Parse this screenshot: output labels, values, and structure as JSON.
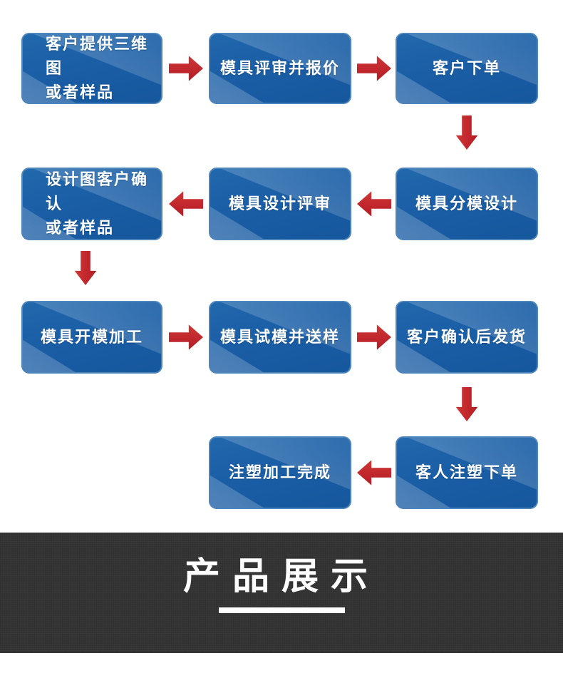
{
  "flowchart": {
    "box_color": "#1a5ea6",
    "box_border_color": "#4d84ba",
    "text_color": "#ffffff",
    "arrow_color": "#c1272d",
    "nodes": [
      {
        "label": "客户提供三维图\n或者样品"
      },
      {
        "label": "模具评审并报价"
      },
      {
        "label": "客户下单"
      },
      {
        "label": "设计图客户确认\n或者样品"
      },
      {
        "label": "模具设计评审"
      },
      {
        "label": "模具分模设计"
      },
      {
        "label": "模具开模加工"
      },
      {
        "label": "模具试模并送样"
      },
      {
        "label": "客户确认后发货"
      },
      {
        "label": "注塑加工完成"
      },
      {
        "label": "客人注塑下单"
      }
    ],
    "sequence_node_indices": [
      0,
      1,
      2,
      5,
      4,
      3,
      6,
      7,
      8,
      10,
      9
    ],
    "connections": [
      {
        "from": 0,
        "to": 1,
        "direction": "right"
      },
      {
        "from": 1,
        "to": 2,
        "direction": "right"
      },
      {
        "from": 2,
        "to": 5,
        "direction": "down"
      },
      {
        "from": 5,
        "to": 4,
        "direction": "left"
      },
      {
        "from": 4,
        "to": 3,
        "direction": "left"
      },
      {
        "from": 3,
        "to": 6,
        "direction": "down"
      },
      {
        "from": 6,
        "to": 7,
        "direction": "right"
      },
      {
        "from": 7,
        "to": 8,
        "direction": "right"
      },
      {
        "from": 8,
        "to": 10,
        "direction": "down"
      },
      {
        "from": 10,
        "to": 9,
        "direction": "left"
      }
    ]
  },
  "banner": {
    "title": "产品展示",
    "background": "#333333",
    "text_color": "#ffffff"
  }
}
